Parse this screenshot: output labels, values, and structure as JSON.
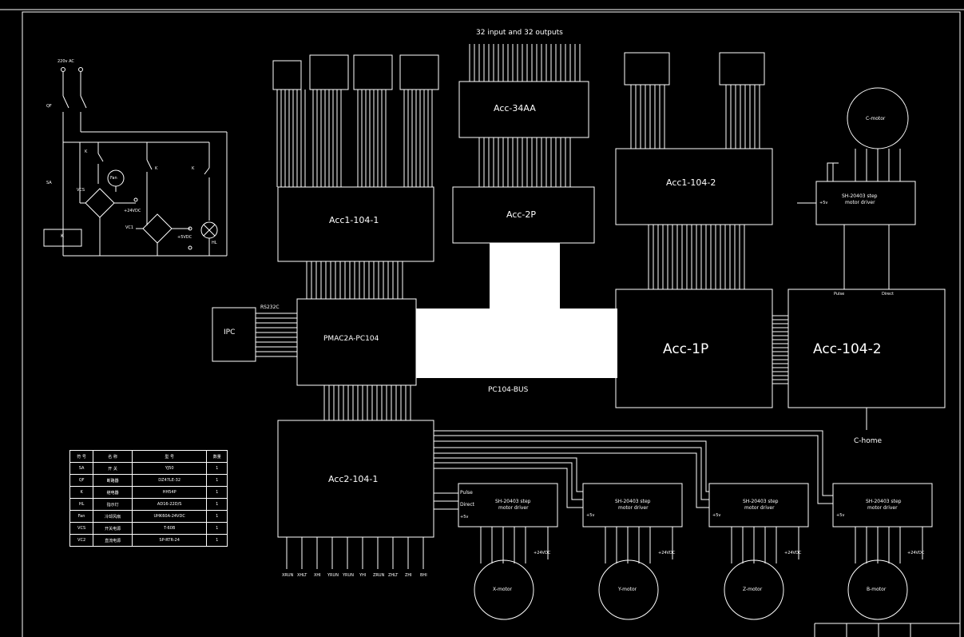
{
  "labels": {
    "io_title": "32 input and 32 outputs",
    "acc34": "Acc-34AA",
    "acc2p": "Acc-2P",
    "acc1_104_1": "Acc1-104-1",
    "acc1_104_2": "Acc1-104-2",
    "pmac": "PMAC2A-PC104",
    "ipc": "IPC",
    "rs232": "RS232C",
    "acc1p": "Acc-1P",
    "acc104_2": "Acc-104-2",
    "pc104bus": "PC104-BUS",
    "acc2_104_1": "Acc2-104-1",
    "c_home": "C-home",
    "c_motor": "C-motor",
    "x_motor": "X-motor",
    "y_motor": "Y-motor",
    "z_motor": "Z-motor",
    "b_motor": "B-motor",
    "driver_name": "SH-20403 step",
    "driver_sub": "motor driver",
    "pulse": "Pulse",
    "direct": "Direct",
    "plus5v": "+5v",
    "v24": "+24VDC",
    "power_in": "220v AC",
    "qf": "QF",
    "sa": "SA",
    "k": "K",
    "fan": "Fan",
    "vcs": "VCS",
    "vc1": "VC1",
    "v24dc": "+24VDC",
    "v5dc": "+5VDC",
    "hl": "HL"
  },
  "bottom_pins": [
    "XRUN",
    "XHLT",
    "XHI",
    "YRUN",
    "YRUN",
    "YHI",
    "ZRUN",
    "ZHLT",
    "ZHI",
    "BHI"
  ],
  "legend": {
    "headers": [
      "符 号",
      "名 称",
      "型 号",
      "数量"
    ],
    "rows": [
      [
        "SA",
        "开 关",
        "YJ50",
        "1"
      ],
      [
        "QF",
        "断路器",
        "DZ47LE-32",
        "1"
      ],
      [
        "K",
        "继电器",
        "HH54P",
        "1"
      ],
      [
        "HL",
        "指示灯",
        "AD16-22D/S",
        "1"
      ],
      [
        "Fan",
        "冷却风扇",
        "UHK60A-24VDC",
        "1"
      ],
      [
        "VCS",
        "开关电源",
        "T-60B",
        "1"
      ],
      [
        "VC2",
        "直流电源",
        "SP-RTR-24",
        "1"
      ]
    ]
  }
}
